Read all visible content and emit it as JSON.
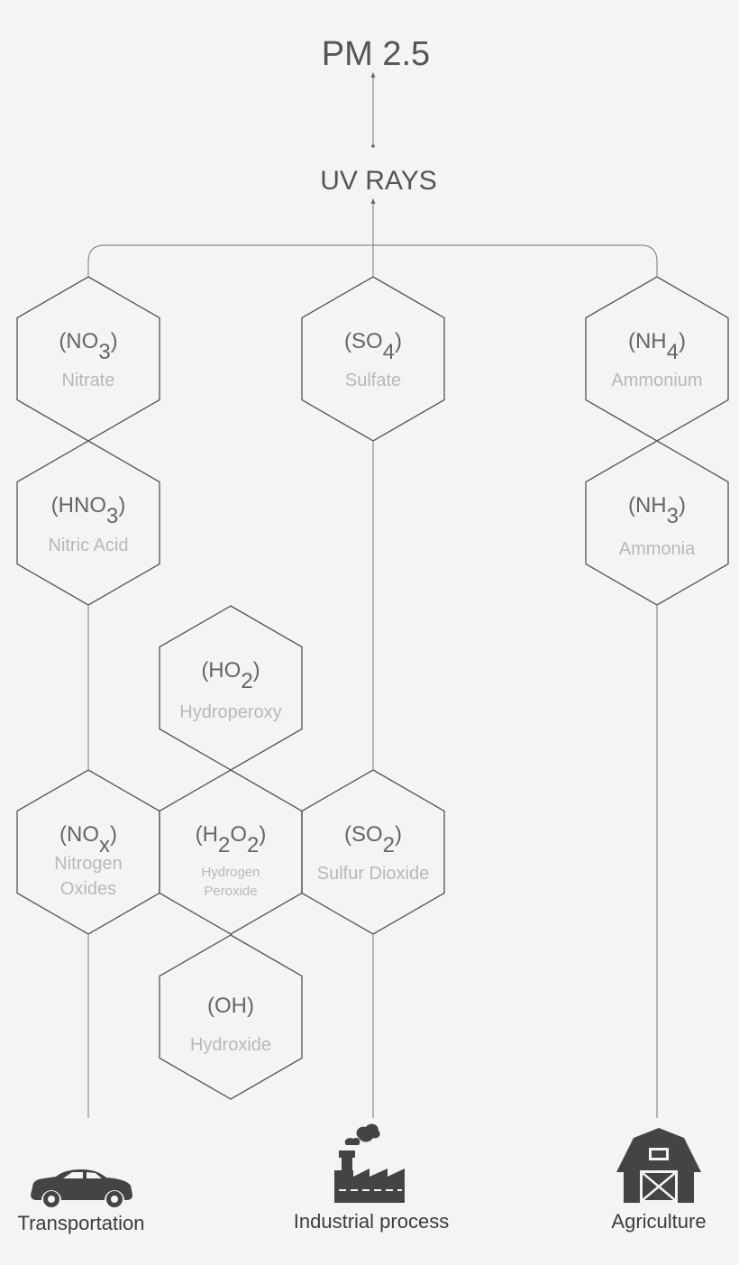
{
  "title": "PM 2.5",
  "uv": "UV RAYS",
  "hexes": {
    "nitrate": {
      "formula": [
        "(NO",
        "3",
        ")"
      ],
      "name": [
        "Nitrate"
      ]
    },
    "sulfate": {
      "formula": [
        "(SO",
        "4",
        ")"
      ],
      "name": [
        "Sulfate"
      ]
    },
    "ammonium": {
      "formula": [
        "(NH",
        "4",
        ")"
      ],
      "name": [
        "Ammonium"
      ]
    },
    "nitric": {
      "formula": [
        "(HNO",
        "3",
        ")"
      ],
      "name": [
        "Nitric Acid"
      ]
    },
    "ammonia": {
      "formula": [
        "(NH",
        "3",
        ")"
      ],
      "name": [
        "Ammonia"
      ]
    },
    "hydroperoxy": {
      "formula": [
        "(HO",
        "2",
        ")"
      ],
      "name": [
        "Hydroperoxy"
      ]
    },
    "nox": {
      "formula": [
        "(NO",
        "x",
        ")"
      ],
      "name": [
        "Nitrogen",
        "Oxides"
      ]
    },
    "h2o2": {
      "formula": [
        "(H",
        "2",
        "O",
        "2",
        ")"
      ],
      "name": [
        "Hydrogen",
        "Peroxide"
      ]
    },
    "so2": {
      "formula": [
        "(SO",
        "2",
        ")"
      ],
      "name": [
        "Sulfur Dioxide"
      ]
    },
    "oh": {
      "formula": [
        "(OH)"
      ],
      "name": [
        "Hydroxide"
      ]
    }
  },
  "sources": {
    "transportation": {
      "label": "Transportation",
      "icon": "car-icon"
    },
    "industrial": {
      "label": "Industrial process",
      "icon": "factory-icon"
    },
    "agriculture": {
      "label": "Agriculture",
      "icon": "barn-icon"
    }
  }
}
